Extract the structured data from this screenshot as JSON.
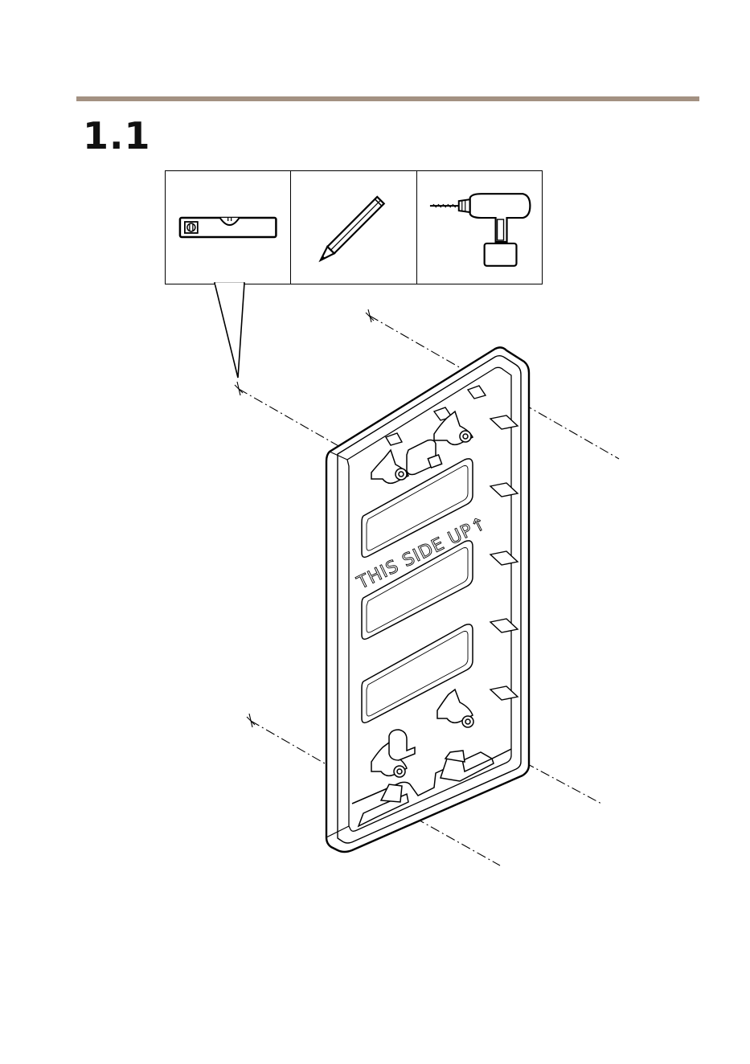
{
  "step": {
    "number": "1.1"
  },
  "tools": [
    {
      "name": "spirit level",
      "icon": "spirit-level-icon"
    },
    {
      "name": "pencil",
      "icon": "pencil-icon"
    },
    {
      "name": "drill",
      "icon": "drill-icon"
    }
  ],
  "plate": {
    "label": "THIS  SIDE  UP↑"
  },
  "colors": {
    "rule": "#a39182",
    "ink": "#000000"
  }
}
